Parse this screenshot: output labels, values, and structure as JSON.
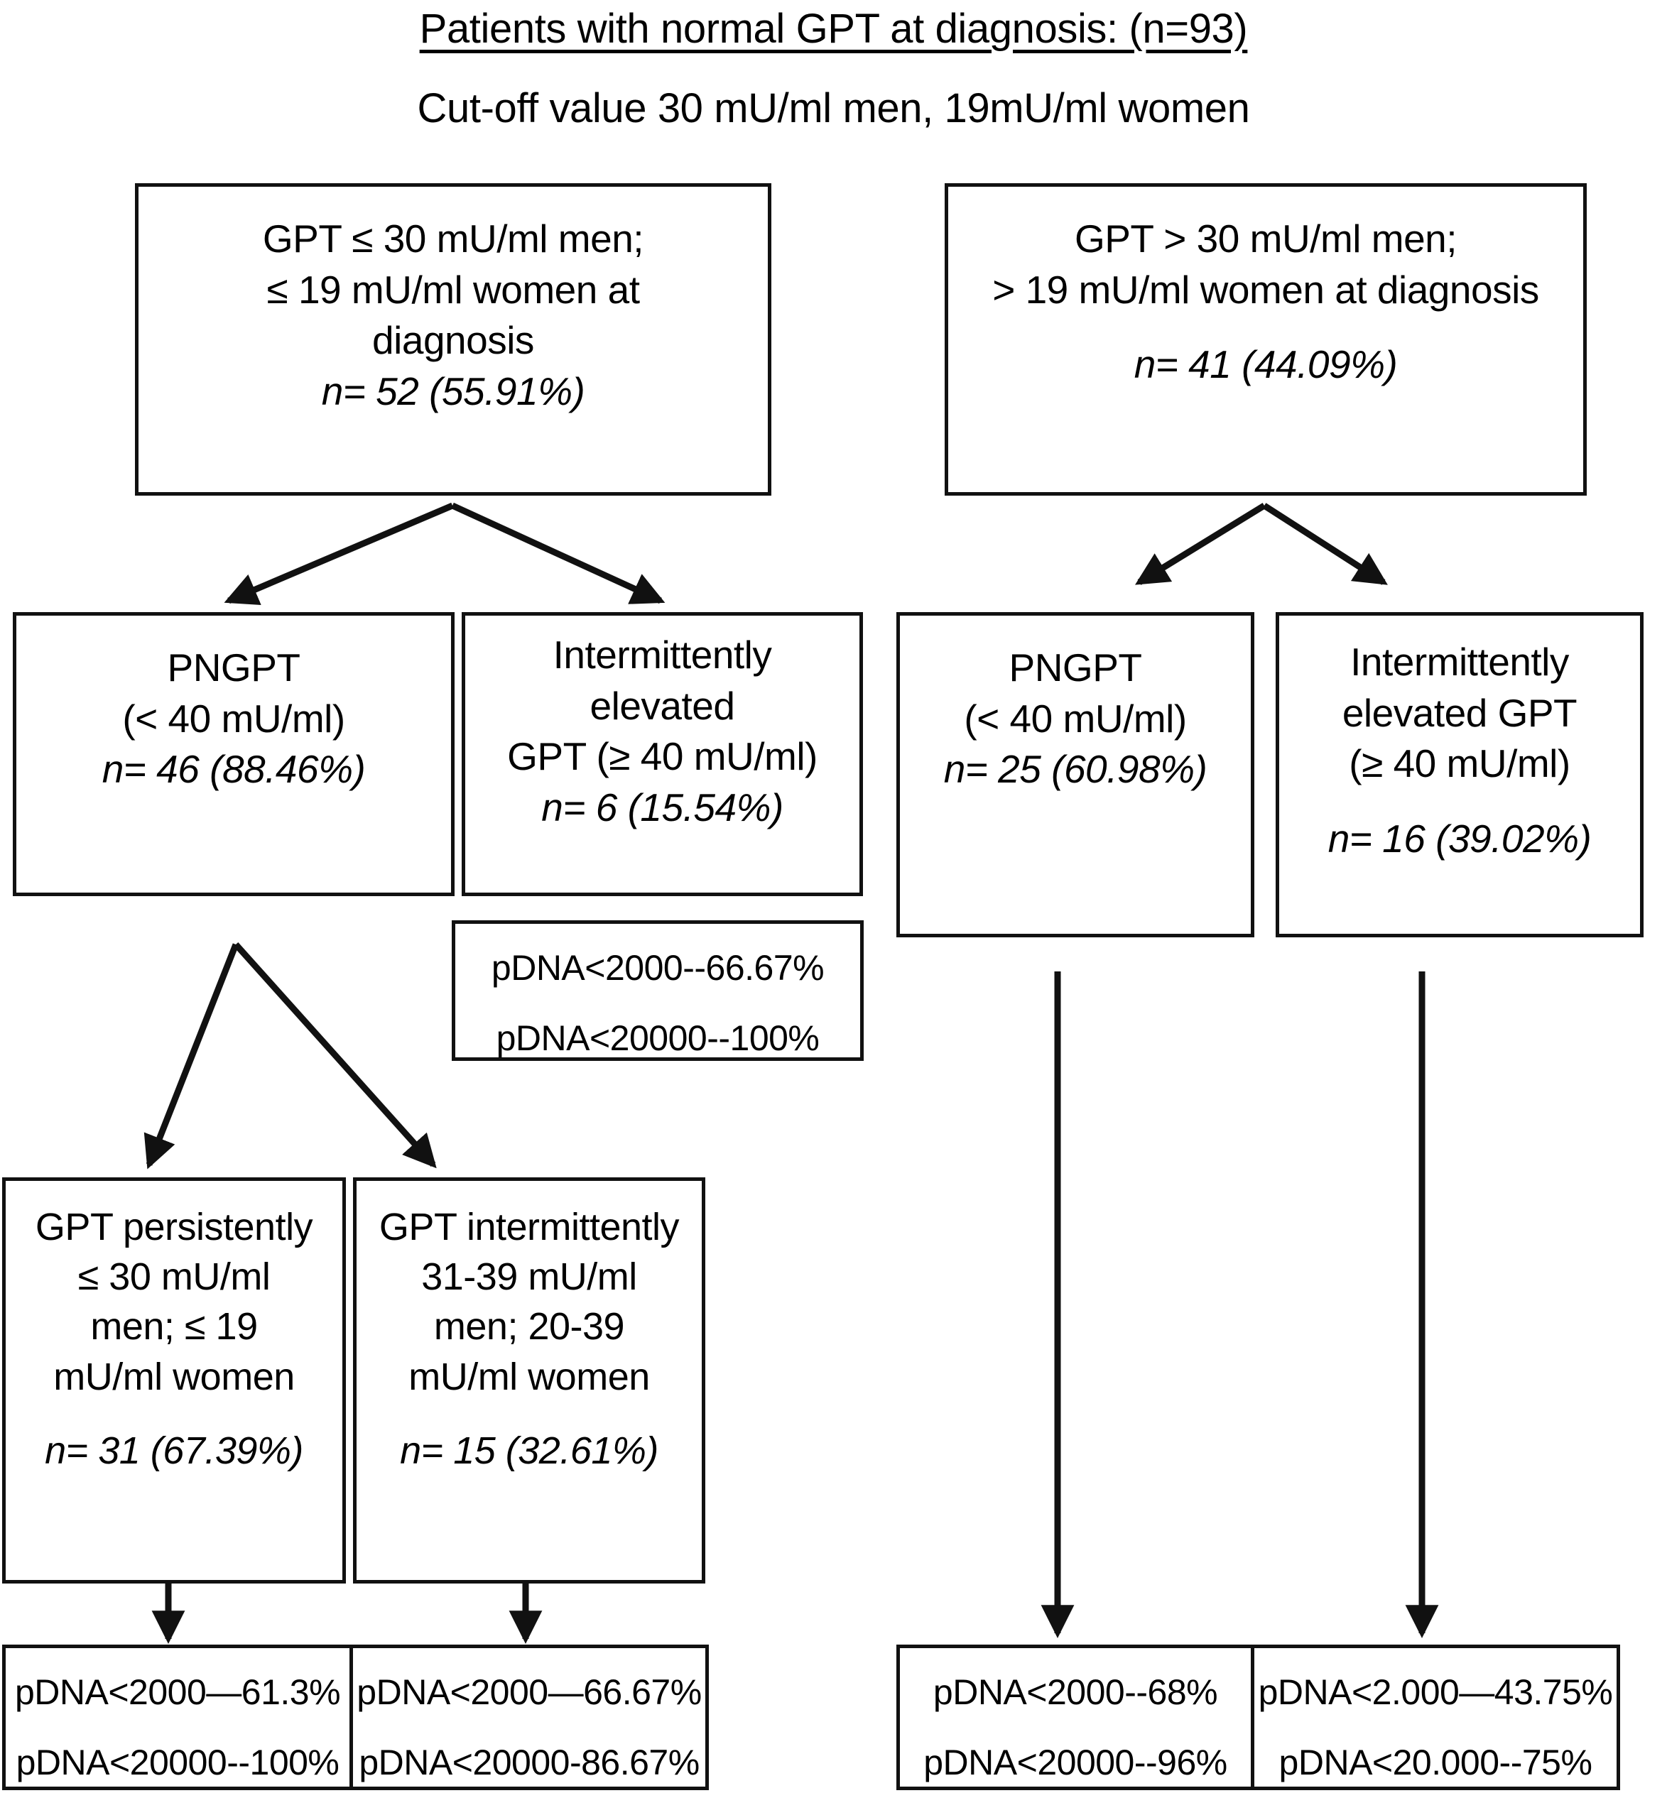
{
  "header": {
    "title": "Patients with normal GPT at diagnosis: (n=93)",
    "subtitle": "Cut-off value 30 mU/ml men, 19mU/ml women"
  },
  "boxes": {
    "left_root": {
      "line1": "GPT ≤ 30 mU/ml men;",
      "line2": "≤ 19 mU/ml women at",
      "line3": "diagnosis",
      "line4": "n= 52 (55.91%)"
    },
    "right_root": {
      "line1": "GPT > 30 mU/ml men;",
      "line2": "> 19 mU/ml women at diagnosis",
      "line3": "n= 41 (44.09%)"
    },
    "left_pngpt": {
      "line1": "PNGPT",
      "line2": "(< 40 mU/ml)",
      "line3": "n= 46 (88.46%)"
    },
    "left_intermittent": {
      "line1": "Intermittently",
      "line2": "elevated",
      "line3": "GPT (≥ 40 mU/ml)",
      "line4": "n= 6 (15.54%)"
    },
    "right_pngpt": {
      "line1": "PNGPT",
      "line2": "(< 40 mU/ml)",
      "line3": "n= 25 (60.98%)"
    },
    "right_intermittent": {
      "line1": "Intermittently",
      "line2": "elevated GPT",
      "line3": "(≥ 40 mU/ml)",
      "line4": "n= 16 (39.02%)"
    },
    "left_intermittent_pdna": {
      "line1": "pDNA<2000--66.67%",
      "line2": "pDNA<20000--100%"
    },
    "gpt_persistent": {
      "line1": "GPT persistently",
      "line2": "≤ 30 mU/ml",
      "line3": "men; ≤ 19",
      "line4": "mU/ml women",
      "line5": "n= 31 (67.39%)"
    },
    "gpt_intermittent_3139": {
      "line1": "GPT intermittently",
      "line2": "31-39 mU/ml",
      "line3": "men; 20-39",
      "line4": "mU/ml women",
      "line5": "n= 15 (32.61%)"
    },
    "pdna_persistent": {
      "line1": "pDNA<2000—61.3%",
      "line2": "pDNA<20000--100%"
    },
    "pdna_intermittent_3139": {
      "line1": "pDNA<2000—66.67%",
      "line2": "pDNA<20000-86.67%"
    },
    "pdna_right_pngpt": {
      "line1": "pDNA<2000--68%",
      "line2": "pDNA<20000--96%"
    },
    "pdna_right_intermittent": {
      "line1": "pDNA<2.000—43.75%",
      "line2": "pDNA<20.000--75%"
    }
  },
  "colors": {
    "stroke": "#111111",
    "background": "#ffffff",
    "text": "#000000"
  }
}
